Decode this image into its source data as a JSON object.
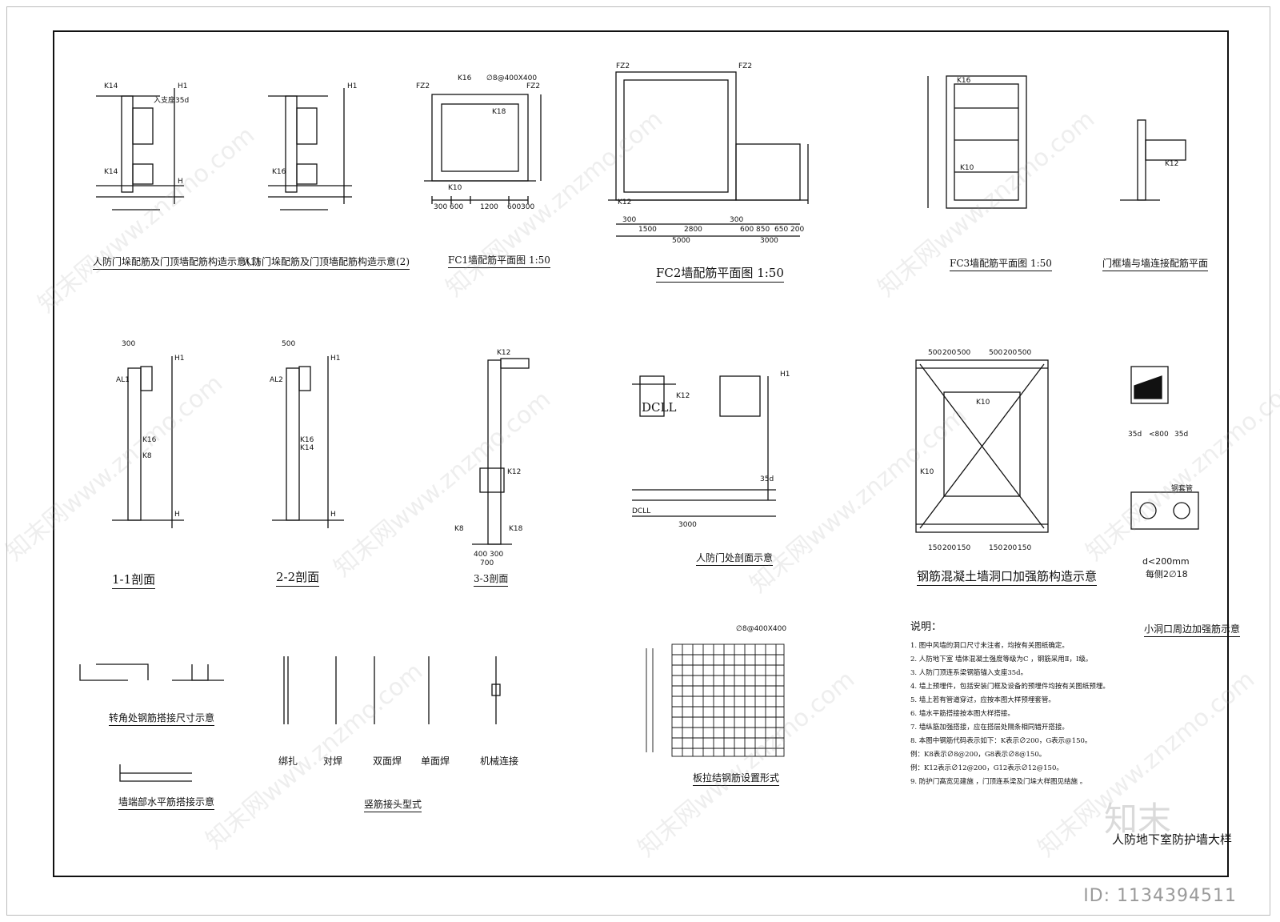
{
  "captions": {
    "c1": "人防门垛配筋及门顶墙配筋构造示意(1)",
    "c2": "人防门垛配筋及门顶墙配筋构造示意(2)",
    "fc1": "FC1墙配筋平面图 1:50",
    "fc2": "FC2墙配筋平面图 1:50",
    "fc3": "FC3墙配筋平面图 1:50",
    "frame_wall": "门框墙与墙连接配筋平面",
    "sec11": "1-1剖面",
    "sec22": "2-2剖面",
    "sec33": "3-3剖面",
    "door_section": "人防门处剖面示意",
    "opening": "钢筋混凝土墙洞口加强筋构造示意",
    "small_opening": "小洞口周边加强筋示意",
    "corner_lap": "转角处钢筋搭接尺寸示意",
    "wall_end_lap": "墙端部水平筋搭接示意",
    "vertical_joint": "竖筋接头型式",
    "tie_bar": "板拉结钢筋设置形式",
    "sheet_title": "人防地下室防护墙大样"
  },
  "joint_types": [
    "绑扎",
    "对焊",
    "双面焊",
    "单面焊",
    "机械连接"
  ],
  "dims": {
    "fc1": [
      "300",
      "600",
      "1200",
      "600",
      "300"
    ],
    "fc2_top": [
      "300",
      "1500",
      "2800",
      "300",
      "600",
      "850",
      "650",
      "200"
    ],
    "fc2_total": "5000",
    "fc2_right": "3000",
    "d11": "300",
    "d22": "500",
    "d33": [
      "400",
      "300",
      "700"
    ],
    "door_total": "3000",
    "opening_top": [
      "500",
      "200",
      "500",
      "500",
      "200",
      "500"
    ],
    "opening_bottom": [
      "150",
      "200",
      "150",
      "150",
      "200",
      "150"
    ],
    "small_sq": [
      "35d",
      "<800",
      "35d"
    ],
    "small_pipe": "d<200mm",
    "small_pipe2": "每侧2∅18",
    "pipe_label": "钢套管",
    "tie_label": "∅8@400X400"
  },
  "labels": {
    "k14": "K14",
    "k16": "K16",
    "k12": "K12",
    "k10": "K10",
    "k8": "K8",
    "k18": "K18",
    "h1": "H1",
    "h": "H",
    "fz2": "FZ2",
    "dcll": "DCLL",
    "al1": "AL1",
    "al2": "AL2",
    "anchor": "入支座35d",
    "dim35d": "35d",
    "tie_spacing": "∅8@400X400"
  },
  "notes": {
    "heading": "说明：",
    "items": [
      "1. 图中风墙的洞口尺寸未注者，均按有关图纸确定。",
      "2. 人防地下室 墙体混凝土强度等级为C ，钢筋采用Ⅱ，Ⅰ级。",
      "3. 人防门顶连系梁钢筋锚入支座35d。",
      "4. 墙上预埋件，包括安装门框及设备的预埋件均按有关图纸预埋。",
      "5. 墙上若有管道穿过，应按本图大样预埋套管。",
      "6. 墙水平筋搭接按本图大样搭接。",
      "7. 墙纵筋加强搭接，应在搭层处隔条相同错开搭接。",
      "8. 本图中钢筋代码表示如下：K表示∅200，G表示@150。",
      "   例：K8表示∅8@200，G8表示∅8@150。",
      "   例：K12表示∅12@200，G12表示∅12@150。",
      "9. 防护门高宽见建施 ，门顶连系梁及门垛大样图见结施 。"
    ]
  },
  "watermark": {
    "text": "知末网www.znzmo.com",
    "id": "ID: 1134394511",
    "logo": "知末"
  }
}
